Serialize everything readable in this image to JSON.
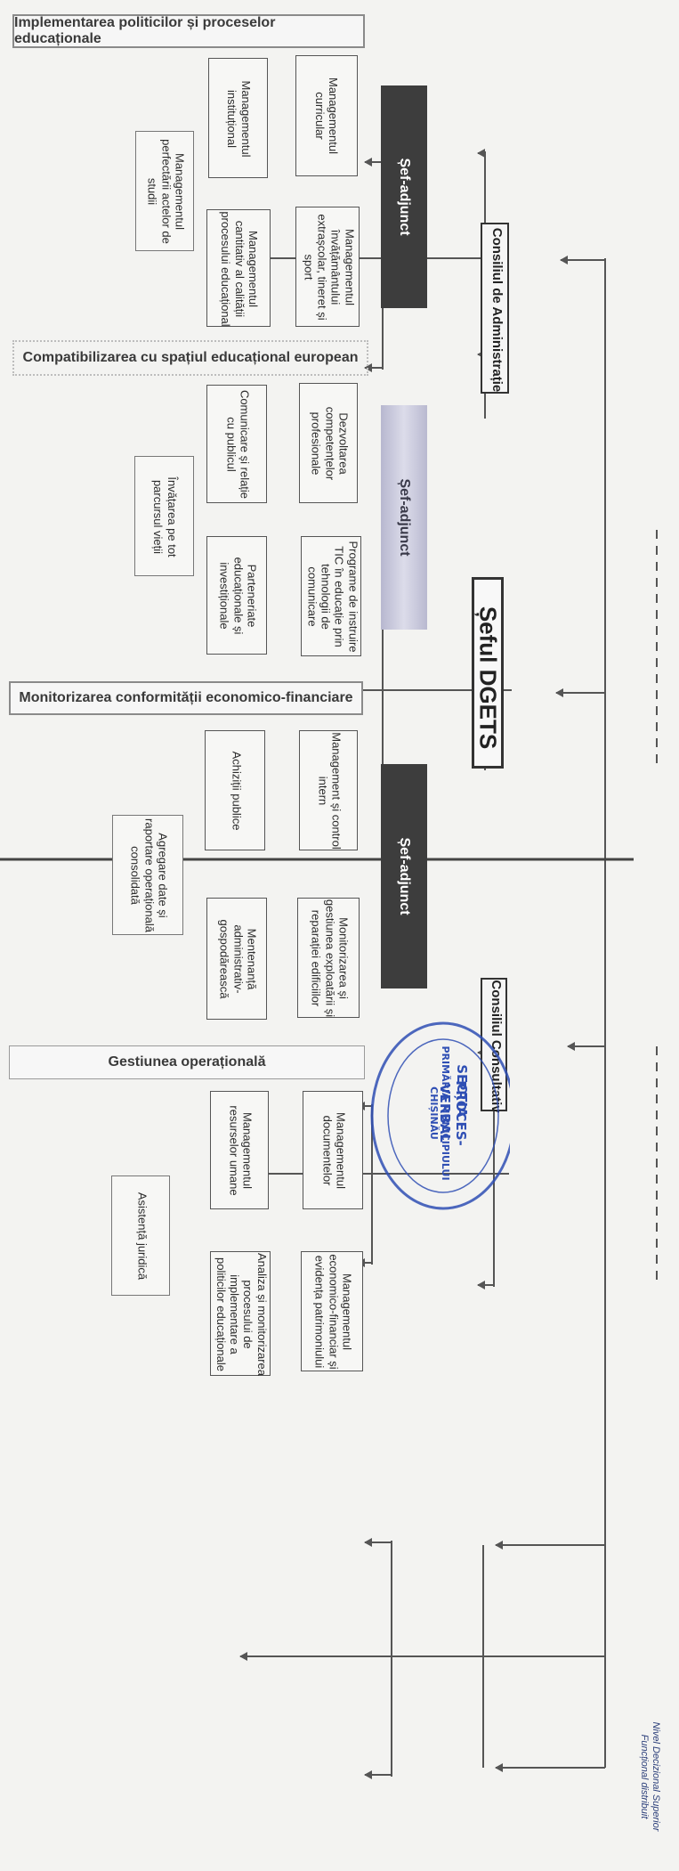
{
  "head": "Șeful DGETS",
  "councils": {
    "administration": "Consiliul de Administrație",
    "consultative": "Consiliul Consultativ"
  },
  "sections": [
    {
      "title": "Implementarea politicilor și proceselor educaționale",
      "deputy": "Șef-adjunct",
      "boxes": [
        "Managementul curricular",
        "Managementul instituțional",
        "Managementul perfectării actelor de studii",
        "Managementul învățământului extrașcolar, tineret și sport",
        "Managementul cantitativ al calității procesului educațional"
      ]
    },
    {
      "title": "Compatibilizarea cu spațiul educațional european",
      "deputy": "Șef-adjunct",
      "boxes": [
        "Dezvoltarea competențelor profesionale",
        "Comunicare și relație cu publicul",
        "Învățarea pe tot parcursul vieții",
        "Programe de instruire TIC în educație prin tehnologii de comunicare",
        "Parteneriate educaționale și investiționale"
      ]
    },
    {
      "title": "Monitorizarea conformității economico-financiare",
      "deputy": "Șef-adjunct",
      "boxes": [
        "Management și control intern",
        "Achiziții publice",
        "Agregare date și raportare operațională consolidată",
        "Monitorizarea și gestiunea exploatării și reparației edificiilor",
        "Mentenanță administrativ-gospodărească"
      ]
    },
    {
      "title": "Gestiunea operațională",
      "boxes": [
        "Managementul documentelor",
        "Managementul resurselor umane",
        "Asistență juridică",
        "Managementul economico-financiar și evidența patrimoniului",
        "Analiza și monitorizarea procesului de implementare a politicilor educaționale"
      ]
    }
  ],
  "seal": {
    "ring_top": "PRIMĂRIA MUNICIPIULUI CHIȘINĂU",
    "line1": "SECȚIA",
    "line2": "PROCES-VERBAL"
  },
  "footnote": {
    "line1": "Nivel Decizional Superior",
    "line2": "Funcțional distribuit"
  },
  "colors": {
    "deputy_dark": "#3d3d3d",
    "deputy_light": "#cfcfe0",
    "seal": "#2f4fb4"
  }
}
